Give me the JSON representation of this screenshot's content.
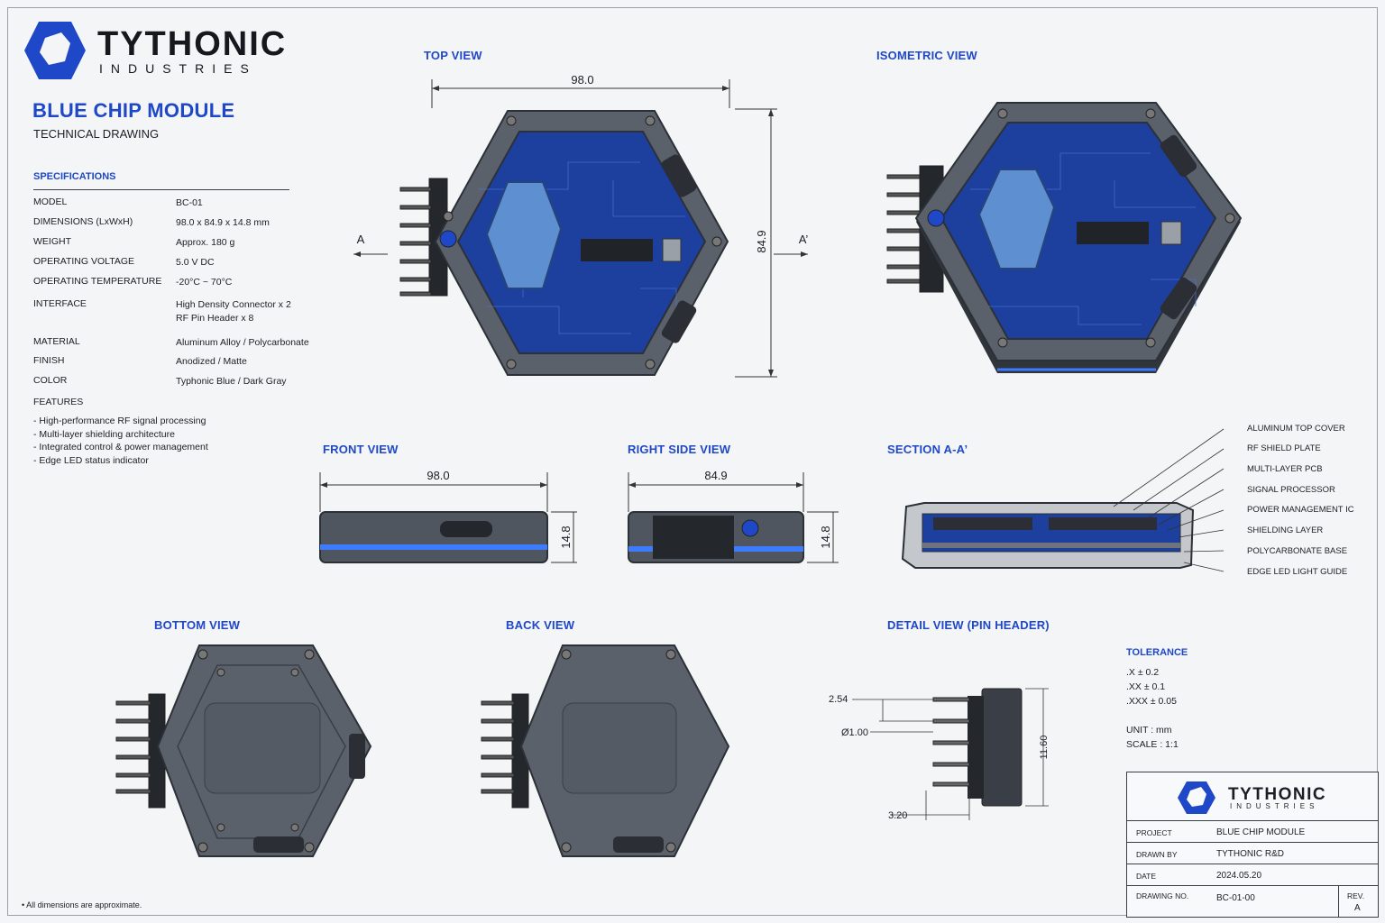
{
  "brand": {
    "name": "TYTHONIC",
    "sub": "INDUSTRIES"
  },
  "document": {
    "title": "BLUE CHIP MODULE",
    "subtitle": "TECHNICAL DRAWING"
  },
  "specifications": {
    "heading": "SPECIFICATIONS",
    "rows": [
      {
        "key": "MODEL",
        "value": "BC-01"
      },
      {
        "key": "DIMENSIONS (LxWxH)",
        "value": "98.0 x 84.9 x 14.8 mm"
      },
      {
        "key": "WEIGHT",
        "value": "Approx. 180 g"
      },
      {
        "key": "OPERATING VOLTAGE",
        "value": "5.0 V DC"
      },
      {
        "key": "OPERATING TEMPERATURE",
        "value": "-20°C ~ 70°C"
      },
      {
        "key": "INTERFACE",
        "value": "High Density Connector x 2",
        "value2": "RF Pin Header x 8"
      },
      {
        "key": "MATERIAL",
        "value": "Aluminum Alloy / Polycarbonate"
      },
      {
        "key": "FINISH",
        "value": "Anodized / Matte"
      },
      {
        "key": "COLOR",
        "value": "Typhonic Blue / Dark Gray"
      }
    ],
    "features_heading": "FEATURES",
    "features": [
      "- High-performance RF signal processing",
      "- Multi-layer shielding architecture",
      "- Integrated control & power management",
      "- Edge LED status indicator"
    ]
  },
  "views": {
    "top": "TOP VIEW",
    "isometric": "ISOMETRIC VIEW",
    "front": "FRONT VIEW",
    "right_side": "RIGHT SIDE VIEW",
    "section": "SECTION A-A’",
    "bottom": "BOTTOM VIEW",
    "back": "BACK VIEW",
    "detail": "DETAIL VIEW (PIN HEADER)"
  },
  "dimensions": {
    "top_width": "98.0",
    "top_height": "84.9",
    "section_a": "A",
    "section_a2": "A’",
    "front_width": "98.0",
    "front_height": "14.8",
    "side_width": "84.9",
    "side_height": "14.8",
    "pin_pitch": "2.54",
    "pin_diameter": "Ø1.00",
    "pin_length": "3.20",
    "header_height": "11.60"
  },
  "section_callouts": [
    "ALUMINUM TOP COVER",
    "RF SHIELD PLATE",
    "MULTI-LAYER PCB",
    "SIGNAL PROCESSOR",
    "POWER MANAGEMENT IC",
    "SHIELDING LAYER",
    "POLYCARBONATE BASE",
    "EDGE LED LIGHT GUIDE"
  ],
  "tolerance": {
    "heading": "TOLERANCE",
    "lines": [
      ".X ± 0.2",
      ".XX ± 0.1",
      ".XXX ± 0.05"
    ],
    "unit": "UNIT : mm",
    "scale": "SCALE : 1:1"
  },
  "title_block": {
    "brand": "TYTHONIC",
    "brand_sub": "INDUSTRIES",
    "rows": [
      {
        "key": "PROJECT",
        "value": "BLUE CHIP MODULE"
      },
      {
        "key": "DRAWN BY",
        "value": "TYTHONIC R&D"
      },
      {
        "key": "DATE",
        "value": "2024.05.20"
      },
      {
        "key": "DRAWING NO.",
        "value": "BC-01-00"
      }
    ],
    "rev_label": "REV.",
    "rev_value": "A"
  },
  "footnote": "• All dimensions are approximate.",
  "colors": {
    "accent": "#1f48c8",
    "pcb": "#1d3f9e",
    "housing": "#5b616b",
    "led": "#3d7bff"
  }
}
